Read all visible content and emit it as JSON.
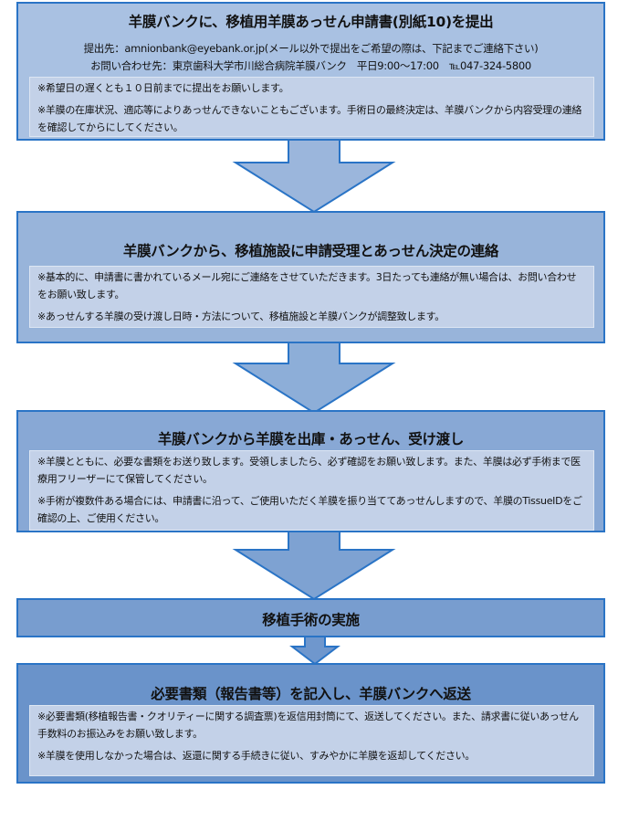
{
  "steps": [
    {
      "title": "羊膜バンクに、移植用羊膜あっせん申請書(別紙10)を提出",
      "sub": [
        "提出先：amnionbank@eyebank.or.jp(メール以外で提出をご希望の際は、下記までご連絡下さい)",
        "お問い合わせ先：東京歯科大学市川総合病院羊膜バンク　平日9:00～17:00　℡047-324-5800"
      ],
      "notes": [
        "※希望日の遅くとも１０日前までに提出をお願いします。",
        "※羊膜の在庫状況、適応等によりあっせんできないこともございます。手術日の最終決定は、羊膜バンクから内容受理の連絡を確認してからにしてください。"
      ]
    },
    {
      "title": "羊膜バンクから、移植施設に申請受理とあっせん決定の連絡",
      "notes": [
        "※基本的に、申請書に書かれているメール宛にご連絡をさせていただきます。3日たっても連絡が無い場合は、お問い合わせをお願い致します。",
        "※あっせんする羊膜の受け渡し日時・方法について、移植施設と羊膜バンクが調整致します。"
      ]
    },
    {
      "title": "羊膜バンクから羊膜を出庫・あっせん、受け渡し",
      "notes": [
        "※羊膜とともに、必要な書類をお送り致します。受領しましたら、必ず確認をお願い致します。また、羊膜は必ず手術まで医療用フリーザーにて保管してください。",
        "※手術が複数件ある場合には、申請書に沿って、ご使用いただく羊膜を振り当ててあっせんしますので、羊膜のTissueIDをご確認の上、ご使用ください。"
      ]
    },
    {
      "title": "移植手術の実施"
    },
    {
      "title": "必要書類（報告書等）を記入し、羊膜バンクへ返送",
      "notes": [
        "※必要書類(移植報告書・クオリティーに関する調査票)を返信用封筒にて、返送してください。また、請求書に従いあっせん手数料のお振込みをお願い致します。",
        "※羊膜を使用しなかった場合は、返還に関する手続きに従い、すみやかに羊膜を返却してください。"
      ]
    }
  ],
  "colors": {
    "border": "#2a74c6",
    "step1": "#a9c1e2",
    "step2": "#98b4da",
    "step3": "#88a8d5",
    "step4": "#789dcf",
    "step5": "#6a93ca",
    "panel": "#c3d1e8"
  }
}
